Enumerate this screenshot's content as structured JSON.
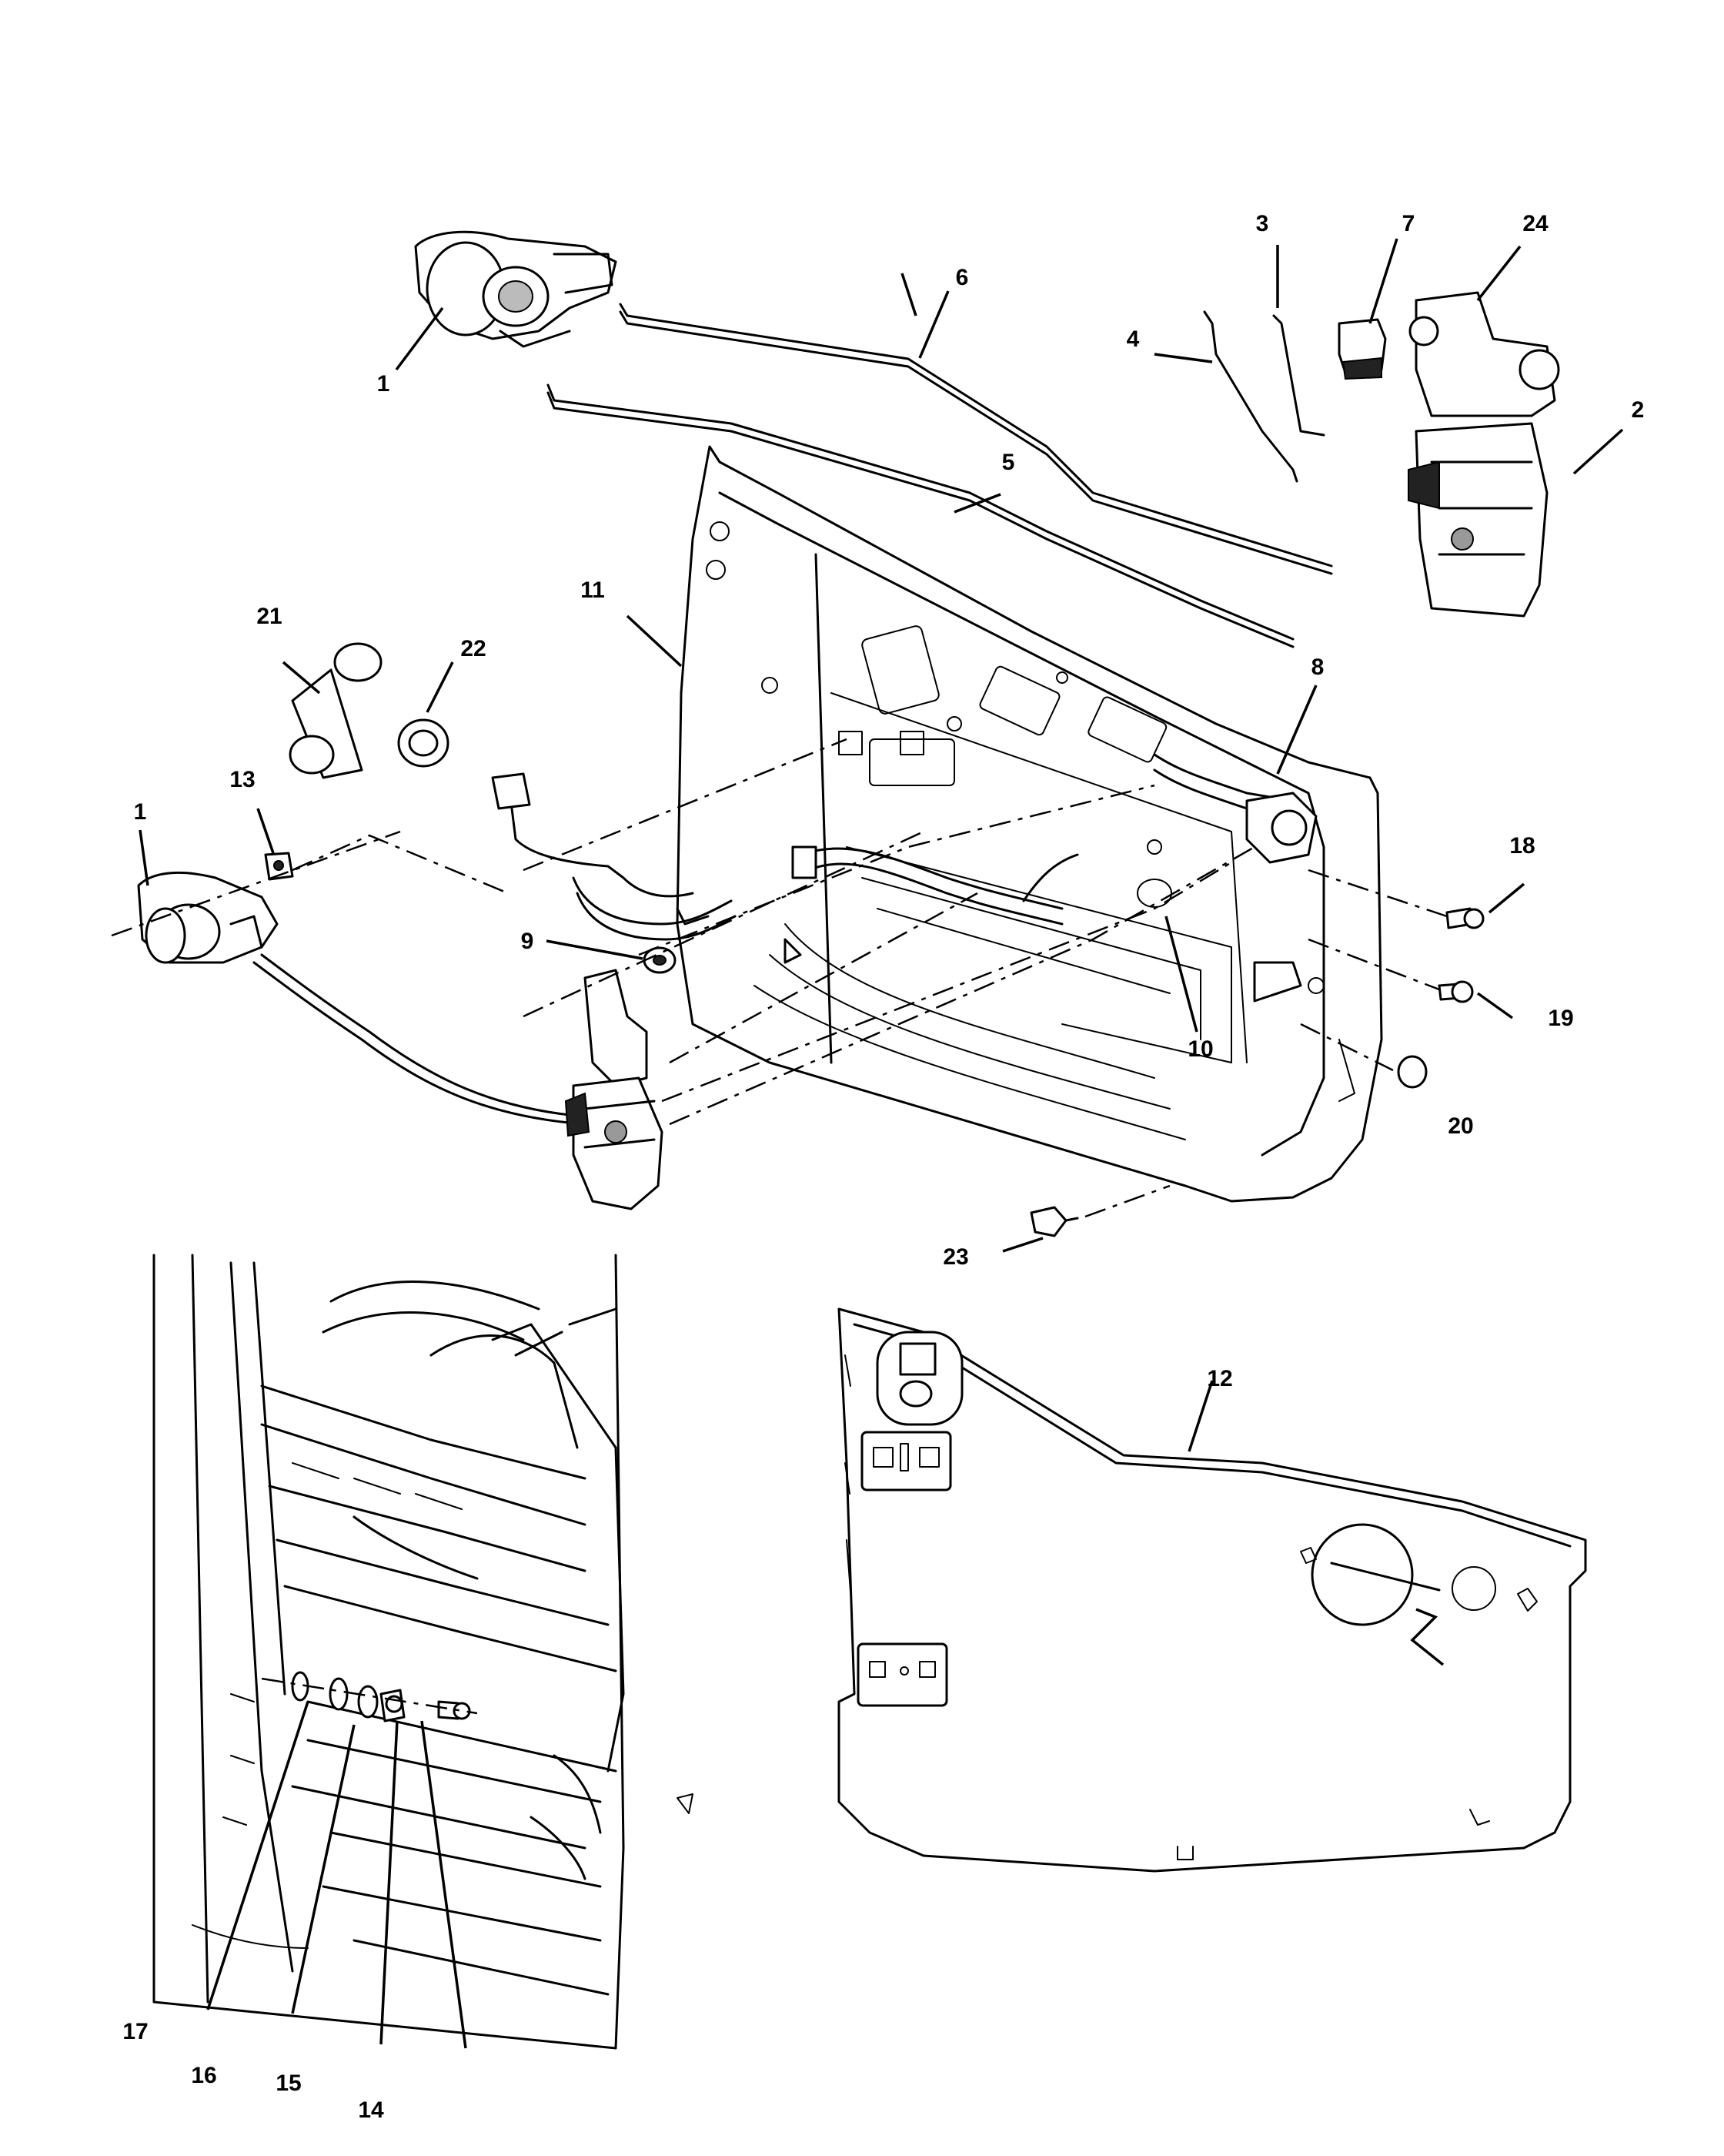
{
  "callouts": {
    "c1_top": "1",
    "c1_left": "1",
    "c2": "2",
    "c3": "3",
    "c4": "4",
    "c5": "5",
    "c6": "6",
    "c7": "7",
    "c8": "8",
    "c9": "9",
    "c10": "10",
    "c11": "11",
    "c12": "12",
    "c13": "13",
    "c14": "14",
    "c15": "15",
    "c16": "16",
    "c17": "17",
    "c18": "18",
    "c19": "19",
    "c20": "20",
    "c21": "21",
    "c22": "22",
    "c23": "23",
    "c24": "24"
  }
}
